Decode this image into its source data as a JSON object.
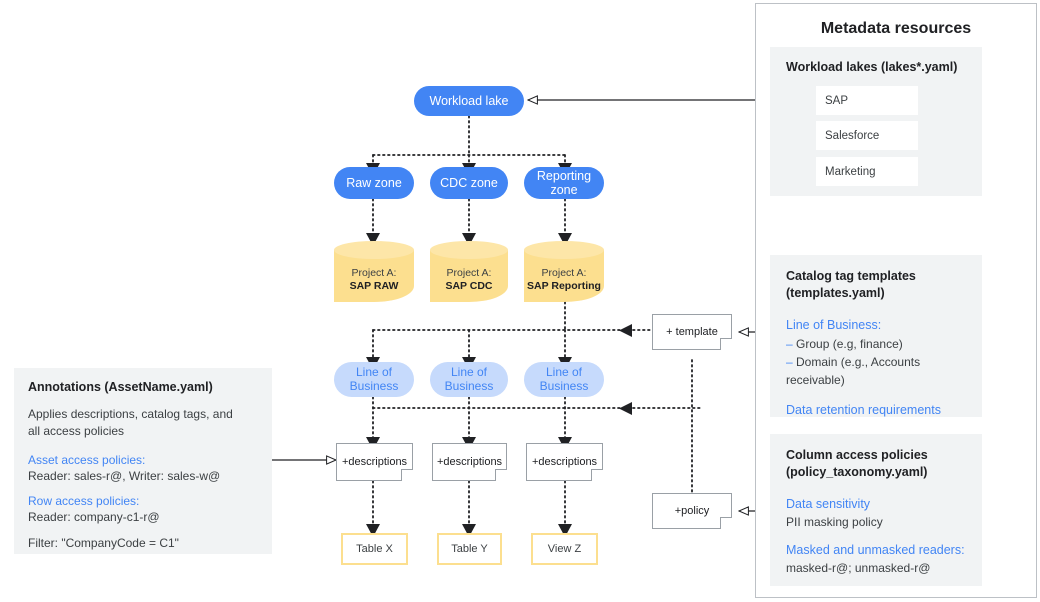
{
  "colors": {
    "blue": "#4285f4",
    "light_blue": "#c6dafc",
    "yellow": "#fcdf8f",
    "gray_card": "#f1f3f4",
    "text": "#3c4043"
  },
  "flow": {
    "root": {
      "label": "Workload lake"
    },
    "zones": [
      {
        "label": "Raw zone"
      },
      {
        "label": "CDC zone"
      },
      {
        "label": "Reporting zone"
      }
    ],
    "projects": [
      {
        "line1": "Project A:",
        "line2": "SAP RAW"
      },
      {
        "line1": "Project A:",
        "line2": "SAP CDC"
      },
      {
        "line1": "Project A:",
        "line2": "SAP Reporting"
      }
    ],
    "lob": [
      {
        "label": "Line of Business"
      },
      {
        "label": "Line of Business"
      },
      {
        "label": "Line of Business"
      }
    ],
    "descriptions": [
      {
        "label": "+descriptions"
      },
      {
        "label": "+descriptions"
      },
      {
        "label": "+descriptions"
      }
    ],
    "assets": [
      {
        "label": "Table X"
      },
      {
        "label": "Table Y"
      },
      {
        "label": "View Z"
      }
    ],
    "notes": [
      {
        "label": "+ template"
      },
      {
        "label": "+policy"
      }
    ]
  },
  "annotations": {
    "title": "Annotations (AssetName.yaml)",
    "description_line1": "Applies descriptions, catalog tags, and",
    "description_line2": "all access policies",
    "asset_heading": "Asset access policies:",
    "asset_value": "Reader: sales-r@, Writer: sales-w@",
    "row_heading": "Row access policies:",
    "row_value": "Reader: company-c1-r@",
    "filter_value": "Filter: \"CompanyCode = C1\""
  },
  "panel": {
    "title": "Metadata resources",
    "sections": [
      {
        "title_line1": "Workload lakes (lakes*.yaml)",
        "title_line2": "",
        "items": [
          {
            "label": "SAP"
          },
          {
            "label": "Salesforce"
          },
          {
            "label": "Marketing"
          }
        ]
      },
      {
        "title_line1": "Catalog tag templates",
        "title_line2": "(templates.yaml)",
        "heading1": "Line of Business:",
        "bullet1": "Group (e.g, finance)",
        "bullet2": "Domain (e.g., Accounts receivable)",
        "heading2": "Data retention requirements"
      },
      {
        "title_line1": "Column access policies",
        "title_line2": "(policy_taxonomy.yaml)",
        "heading1": "Data sensitivity",
        "value1": "PII masking policy",
        "heading2": "Masked and unmasked readers:",
        "value2": "masked-r@; unmasked-r@"
      }
    ]
  }
}
